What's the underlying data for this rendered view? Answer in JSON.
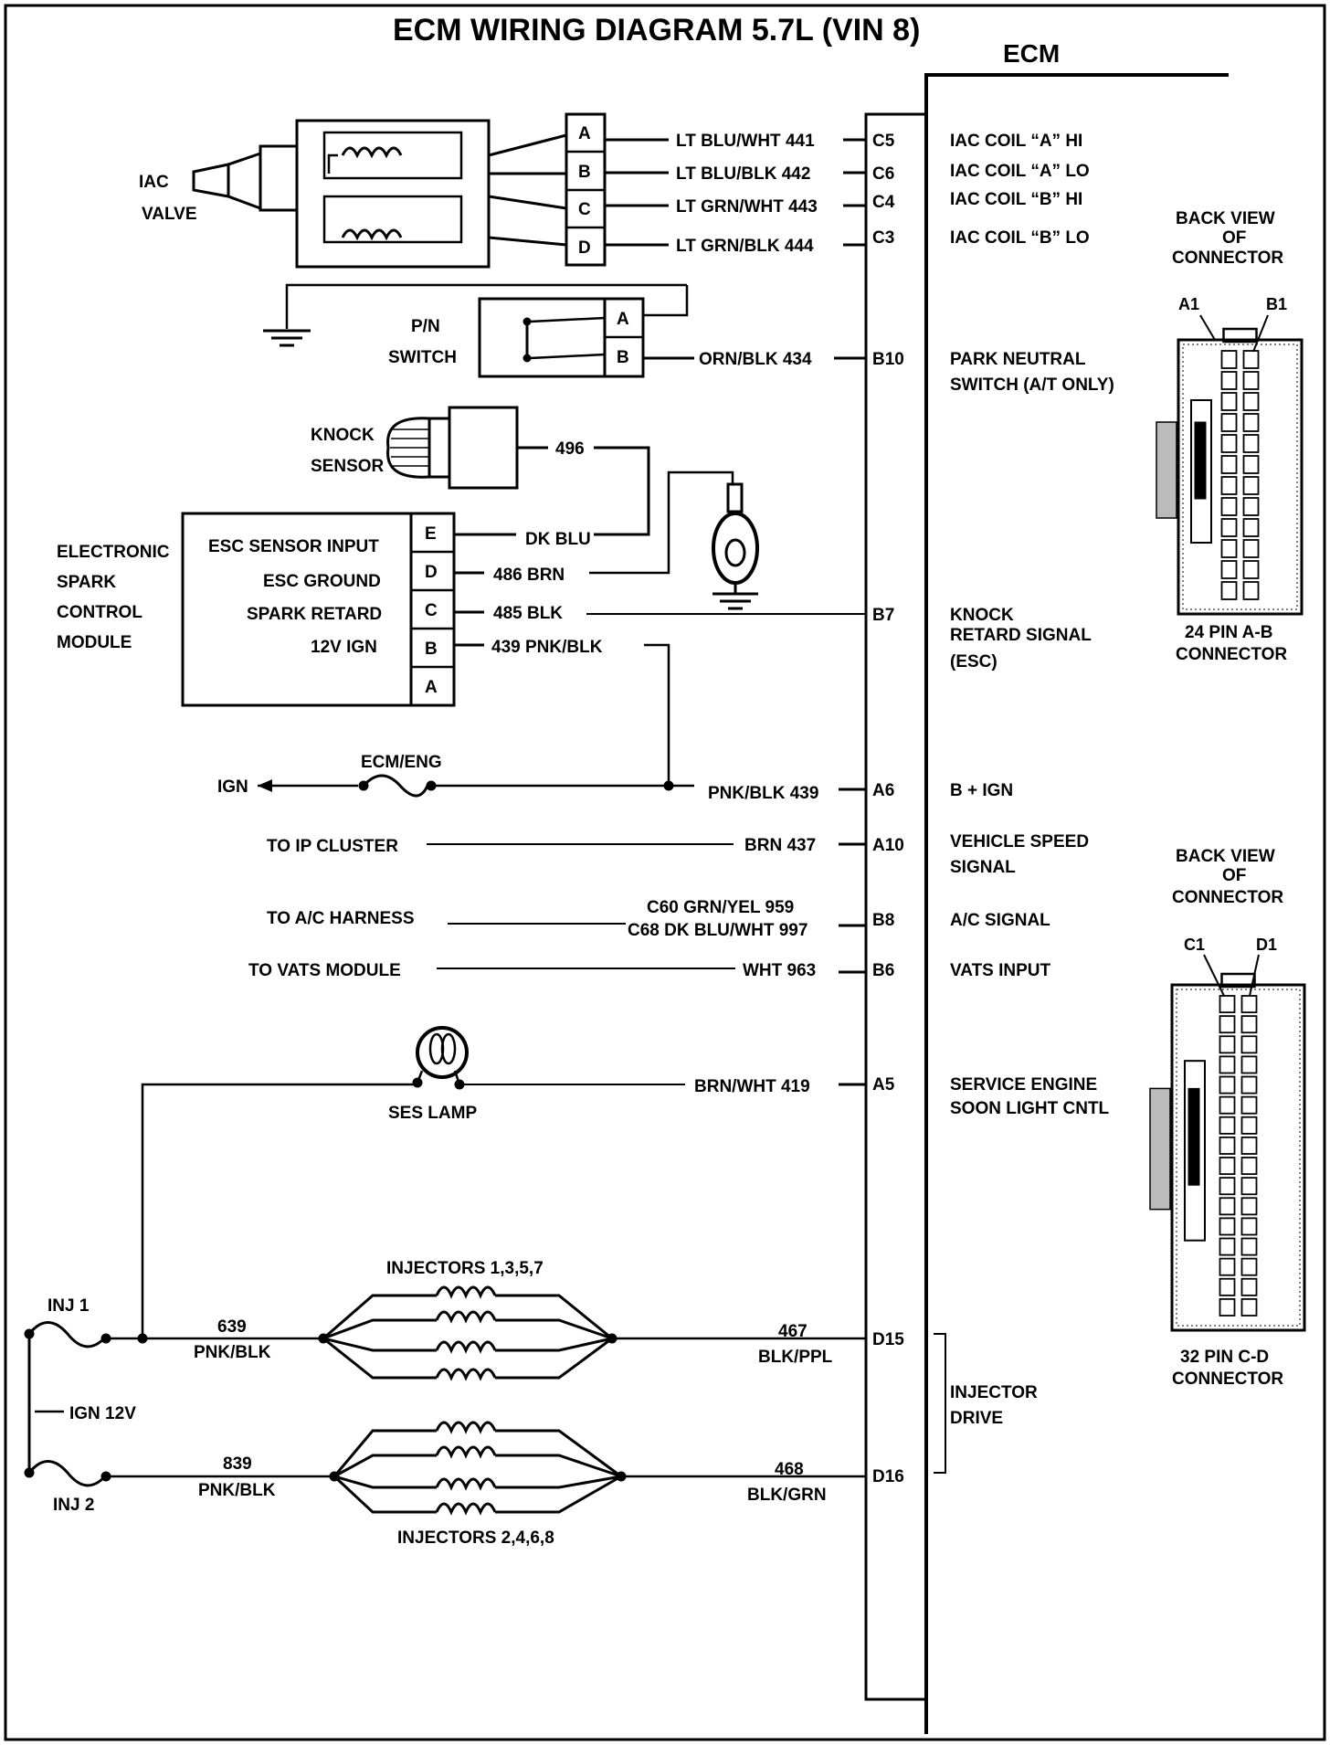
{
  "title": "ECM WIRING DIAGRAM  5.7L (VIN 8)",
  "ecm_label": "ECM",
  "iac": {
    "label1": "IAC",
    "label2": "VALVE",
    "terms": [
      "A",
      "B",
      "C",
      "D"
    ],
    "wires": [
      "LT BLU/WHT  441",
      "LT BLU/BLK   442",
      "LT GRN/WHT 443",
      "LT GRN/BLK   444"
    ],
    "pins": [
      "C5",
      "C6",
      "C4",
      "C3"
    ],
    "funcs": [
      "IAC COIL “A” HI",
      "IAC COIL “A” LO",
      "IAC COIL “B” HI",
      "IAC COIL “B” LO"
    ]
  },
  "pn": {
    "label1": "P/N",
    "label2": "SWITCH",
    "terms": [
      "A",
      "B"
    ],
    "wire": "ORN/BLK  434",
    "pin": "B10",
    "func1": "PARK NEUTRAL",
    "func2": "SWITCH (A/T ONLY)"
  },
  "knock": {
    "label1": "KNOCK",
    "label2": "SENSOR",
    "wire": "496"
  },
  "esc": {
    "module": [
      "ELECTRONIC",
      "SPARK",
      "CONTROL",
      "MODULE"
    ],
    "inputs": [
      "ESC SENSOR INPUT",
      "ESC GROUND",
      "SPARK RETARD",
      "12V IGN"
    ],
    "terms": [
      "E",
      "D",
      "C",
      "B",
      "A"
    ],
    "wires": [
      "DK BLU",
      "486 BRN",
      "485 BLK",
      "439 PNK/BLK"
    ],
    "pin": "B7",
    "func1": "KNOCK",
    "func2": "RETARD SIGNAL",
    "func3": "(ESC)"
  },
  "ign": {
    "label": "IGN",
    "fuse": "ECM/ENG",
    "wire": "PNK/BLK 439",
    "pin": "A6",
    "func": "B + IGN"
  },
  "vss": {
    "label": "TO IP CLUSTER",
    "wire": "BRN 437",
    "pin": "A10",
    "func1": "VEHICLE SPEED",
    "func2": "SIGNAL"
  },
  "ac": {
    "label": "TO A/C HARNESS",
    "wire1": "C60 GRN/YEL 959",
    "wire2": "C68 DK BLU/WHT 997",
    "pin": "B8",
    "func": "A/C SIGNAL"
  },
  "vats": {
    "label": "TO VATS MODULE",
    "wire": "WHT 963",
    "pin": "B6",
    "func": "VATS INPUT"
  },
  "ses": {
    "label": "SES LAMP",
    "wire": "BRN/WHT 419",
    "pin": "A5",
    "func1": "SERVICE ENGINE",
    "func2": "SOON LIGHT CNTL"
  },
  "inj": {
    "inj1": "INJ 1",
    "inj2": "INJ 2",
    "ign12": "IGN 12V",
    "group1": "INJECTORS  1,3,5,7",
    "group2": "INJECTORS 2,4,6,8",
    "w1num": "639",
    "w1col": "PNK/BLK",
    "w2num": "839",
    "w2col": "PNK/BLK",
    "w3num": "467",
    "w3col": "BLK/PPL",
    "w4num": "468",
    "w4col": "BLK/GRN",
    "pin1": "D15",
    "pin2": "D16",
    "func1": "INJECTOR",
    "func2": "DRIVE"
  },
  "conn_ab": {
    "back1": "BACK VIEW",
    "back2": "OF",
    "back3": "CONNECTOR",
    "pin1": "A1",
    "pin2": "B1",
    "name1": "24 PIN  A-B",
    "name2": "CONNECTOR"
  },
  "conn_cd": {
    "back1": "BACK VIEW",
    "back2": "OF",
    "back3": "CONNECTOR",
    "pin1": "C1",
    "pin2": "D1",
    "name1": "32  PIN C-D",
    "name2": "CONNECTOR"
  }
}
